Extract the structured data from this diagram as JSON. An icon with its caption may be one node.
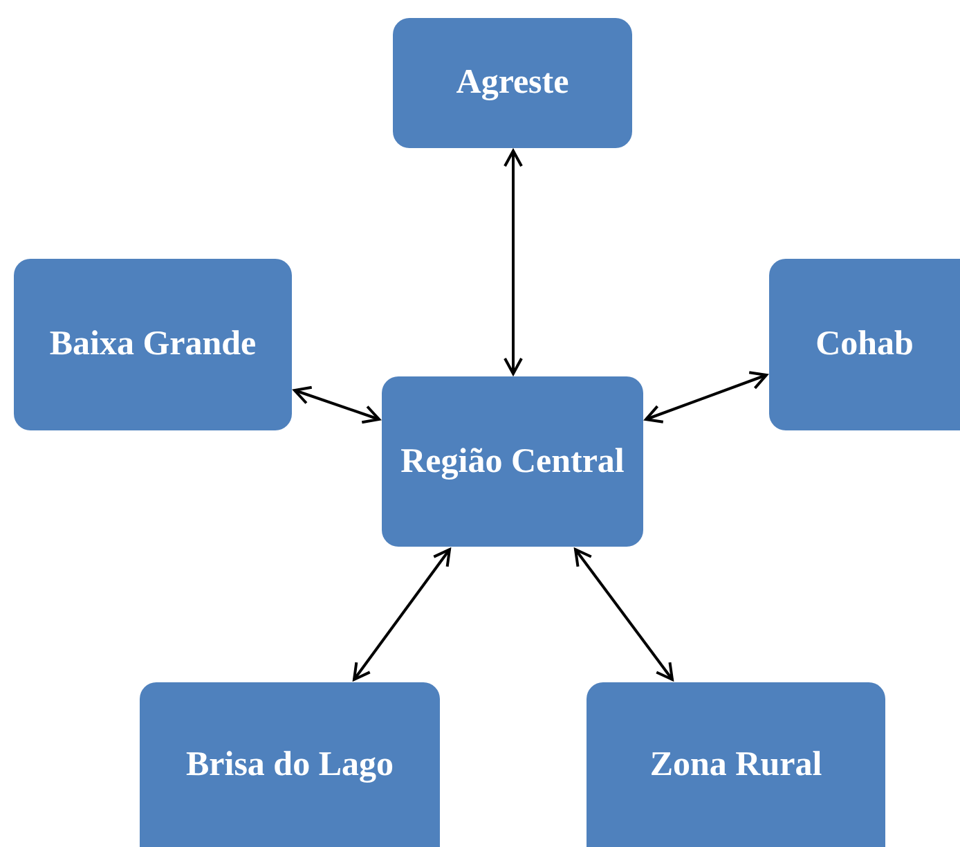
{
  "diagram": {
    "nodes": [
      {
        "text": [
          "Agreste"
        ]
      },
      {
        "text": [
          "Baixa Grande"
        ]
      },
      {
        "text": [
          "Cohab"
        ]
      },
      {
        "text": [
          "Região Central"
        ]
      },
      {
        "text": [
          "Brisa do Lago"
        ]
      },
      {
        "text": [
          "Zona Rural"
        ]
      }
    ],
    "edges": [
      {
        "from": 3,
        "to": 0,
        "arrow": "both"
      },
      {
        "from": 3,
        "to": 1,
        "arrow": "both"
      },
      {
        "from": 3,
        "to": 2,
        "arrow": "both"
      },
      {
        "from": 3,
        "to": 4,
        "arrow": "both"
      },
      {
        "from": 3,
        "to": 5,
        "arrow": "both"
      }
    ]
  }
}
